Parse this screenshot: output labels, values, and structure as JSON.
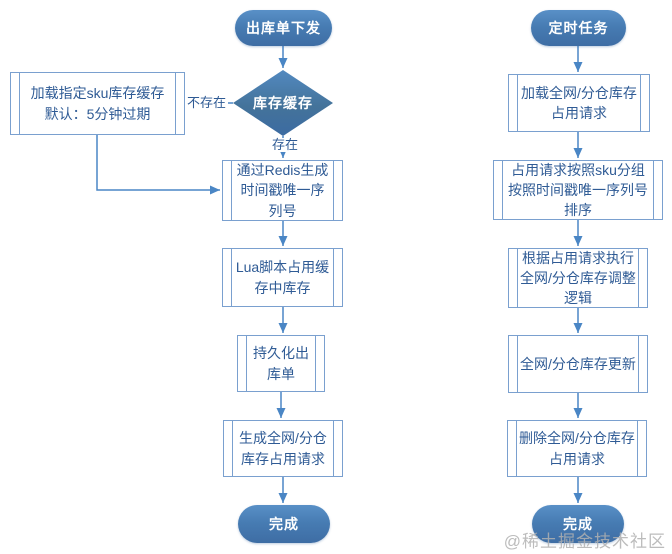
{
  "colors": {
    "node_fill_top": "#5990c7",
    "node_fill_bottom": "#3e6da4",
    "node_text": "#ffffff",
    "box_border": "#7aa0cf",
    "box_text": "#2f5b95",
    "connector": "#4a86c5",
    "watermark_text_color": "#b0b0b0"
  },
  "left_flow": {
    "start": "出库单下发",
    "decision": "库存缓存",
    "labels": {
      "no": "不存在",
      "yes": "存在"
    },
    "side_box": [
      "加载指定sku库存缓存",
      "默认：5分钟过期"
    ],
    "steps": [
      [
        "通过Redis生成",
        "时间戳唯一序",
        "列号"
      ],
      [
        "Lua脚本占用缓",
        "存中库存"
      ],
      [
        "持久化出",
        "库单"
      ],
      [
        "生成全网/分仓",
        "库存占用请求"
      ]
    ],
    "end": "完成"
  },
  "right_flow": {
    "start": "定时任务",
    "steps": [
      [
        "加载全网/分仓库存",
        "占用请求"
      ],
      [
        "占用请求按照sku分组",
        "按照时间戳唯一序列号",
        "排序"
      ],
      [
        "根据占用请求执行",
        "全网/分仓库存调整",
        "逻辑"
      ],
      [
        "全网/分仓库存更新"
      ],
      [
        "删除全网/分仓库存",
        "占用请求"
      ]
    ],
    "end": "完成"
  },
  "watermark": {
    "text": "@稀土掘金技术社区"
  }
}
